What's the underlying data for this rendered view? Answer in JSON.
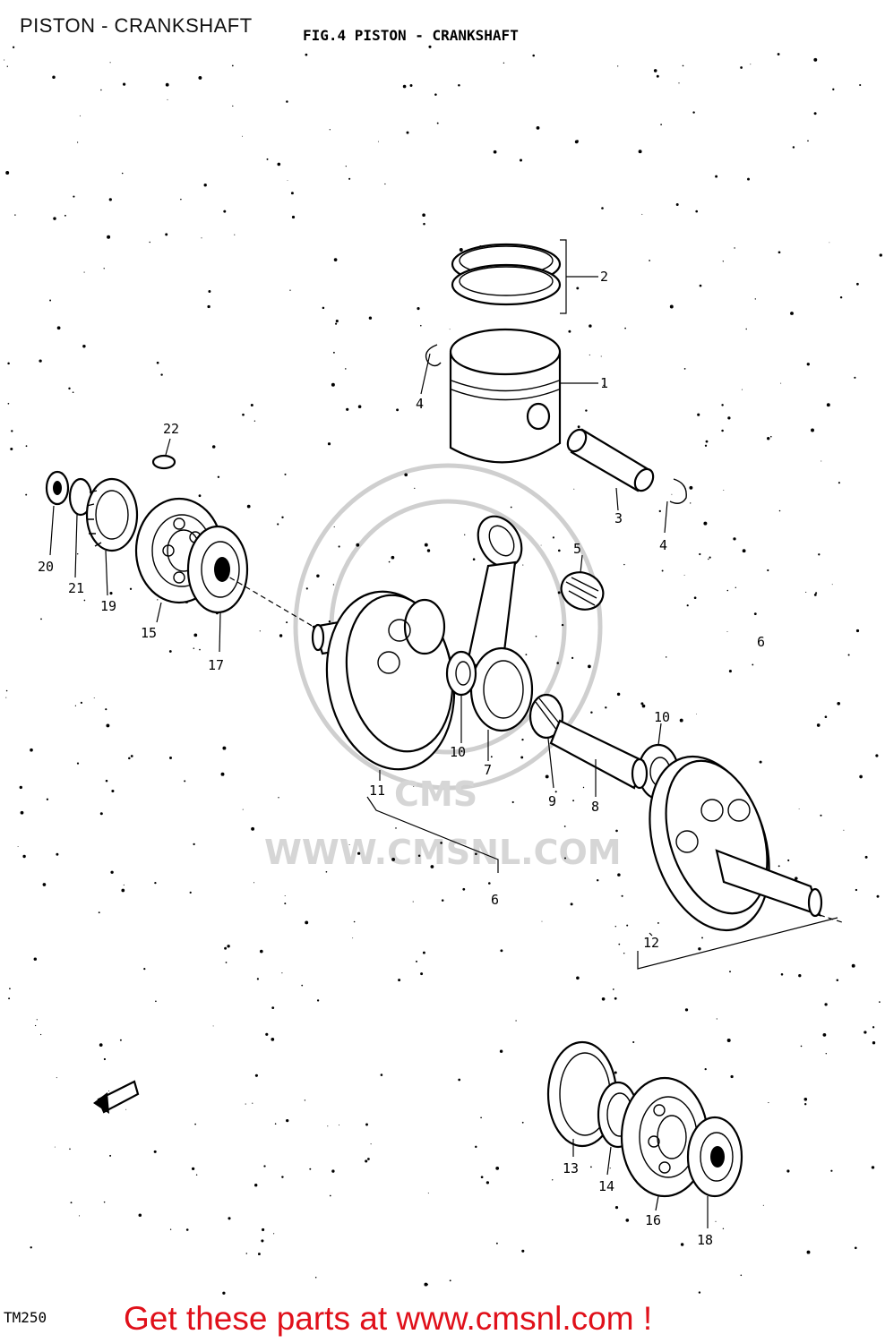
{
  "header": {
    "page_title": "PISTON - CRANKSHAFT",
    "fig_title": "FIG.4  PISTON - CRANKSHAFT"
  },
  "watermark": {
    "text": "WWW.CMSNL.COM",
    "logo_text": "CMS"
  },
  "callouts": [
    "1",
    "2",
    "3",
    "4",
    "4",
    "5",
    "6",
    "6",
    "7",
    "8",
    "9",
    "10",
    "10",
    "11",
    "12",
    "13",
    "14",
    "15",
    "16",
    "17",
    "18",
    "19",
    "20",
    "21",
    "22"
  ],
  "footer": {
    "model_code": "TM250",
    "promo_text": "Get these parts at www.cmsnl.com !"
  },
  "colors": {
    "promo": "#e0101a",
    "ink": "#000000",
    "watermark": "#d6d6d6"
  }
}
